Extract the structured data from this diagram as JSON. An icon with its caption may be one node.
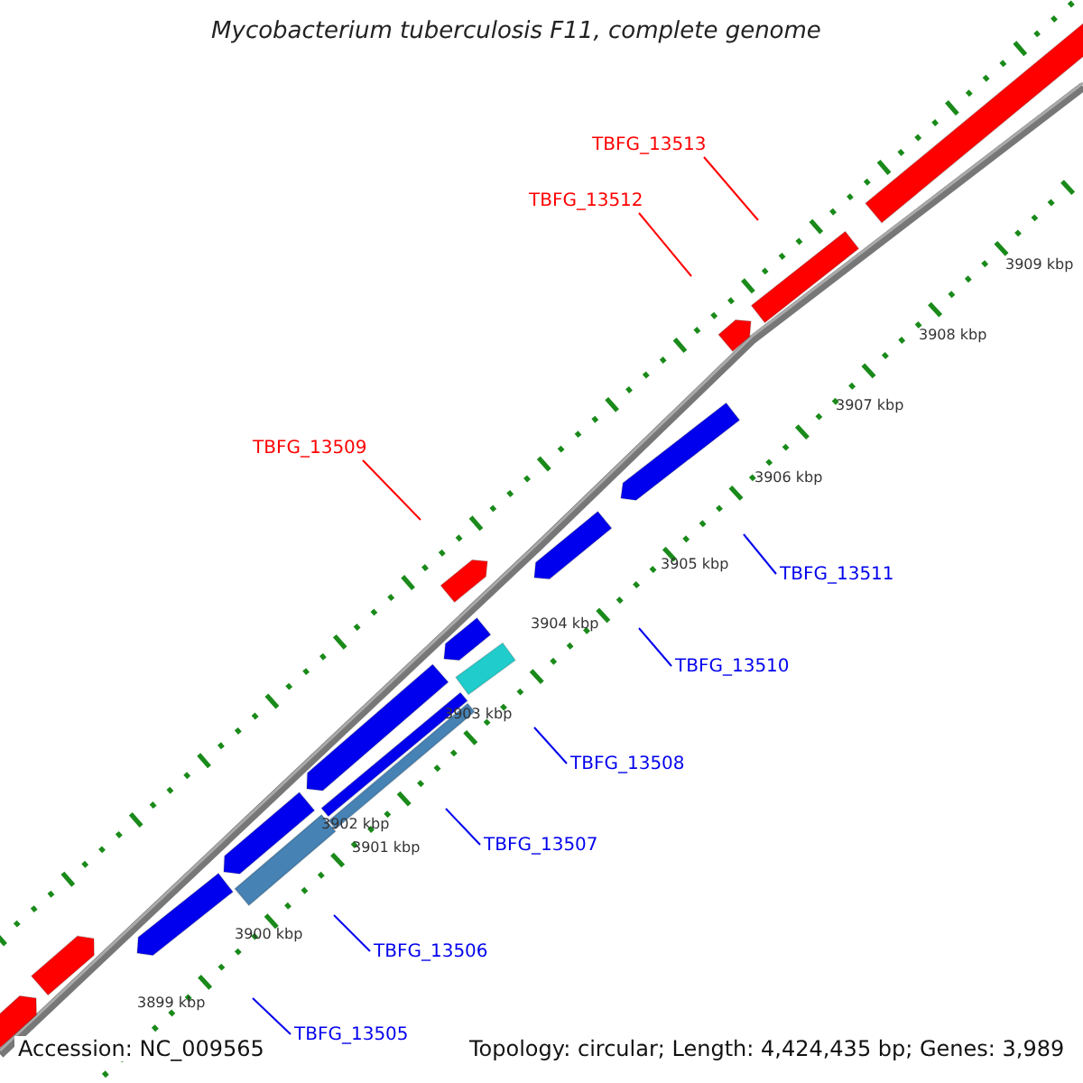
{
  "diagram": {
    "title": "Mycobacterium tuberculosis F11, complete genome",
    "nodes": [
      {
        "text": [
          "TBFG_13513"
        ]
      },
      {
        "text": [
          "TBFG_13512"
        ]
      },
      {
        "text": [
          "TBFG_13509"
        ]
      },
      {
        "text": [
          "TBFG_13511"
        ]
      },
      {
        "text": [
          "TBFG_13510"
        ]
      },
      {
        "text": [
          "TBFG_13508"
        ]
      },
      {
        "text": [
          "TBFG_13507"
        ]
      },
      {
        "text": [
          "TBFG_13506"
        ]
      },
      {
        "text": [
          "TBFG_13505"
        ]
      }
    ],
    "edges": [
      {
        "from": 0,
        "to": null,
        "arrow": "none",
        "color": "#ff0000"
      },
      {
        "from": 1,
        "to": null,
        "arrow": "none",
        "color": "#ff0000"
      },
      {
        "from": 2,
        "to": null,
        "arrow": "none",
        "color": "#ff0000"
      },
      {
        "from": 3,
        "to": null,
        "arrow": "none"
      },
      {
        "from": 4,
        "to": null,
        "arrow": "none"
      },
      {
        "from": 5,
        "to": null,
        "arrow": "none"
      },
      {
        "from": 6,
        "to": null,
        "arrow": "none"
      },
      {
        "from": 7,
        "to": null,
        "arrow": "none"
      },
      {
        "from": 8,
        "to": null,
        "arrow": "none"
      }
    ],
    "labels": [
      "3909 kbp",
      "3908 kbp",
      "3907 kbp",
      "3906 kbp",
      "3905 kbp",
      "3904 kbp",
      "3903 kbp",
      "3902 kbp",
      "3901 kbp",
      "3900 kbp",
      "3899 kbp",
      "Accession: NC_009565",
      "Topology: circular; Length: 4,424,435 bp; Genes: 3,989"
    ]
  }
}
